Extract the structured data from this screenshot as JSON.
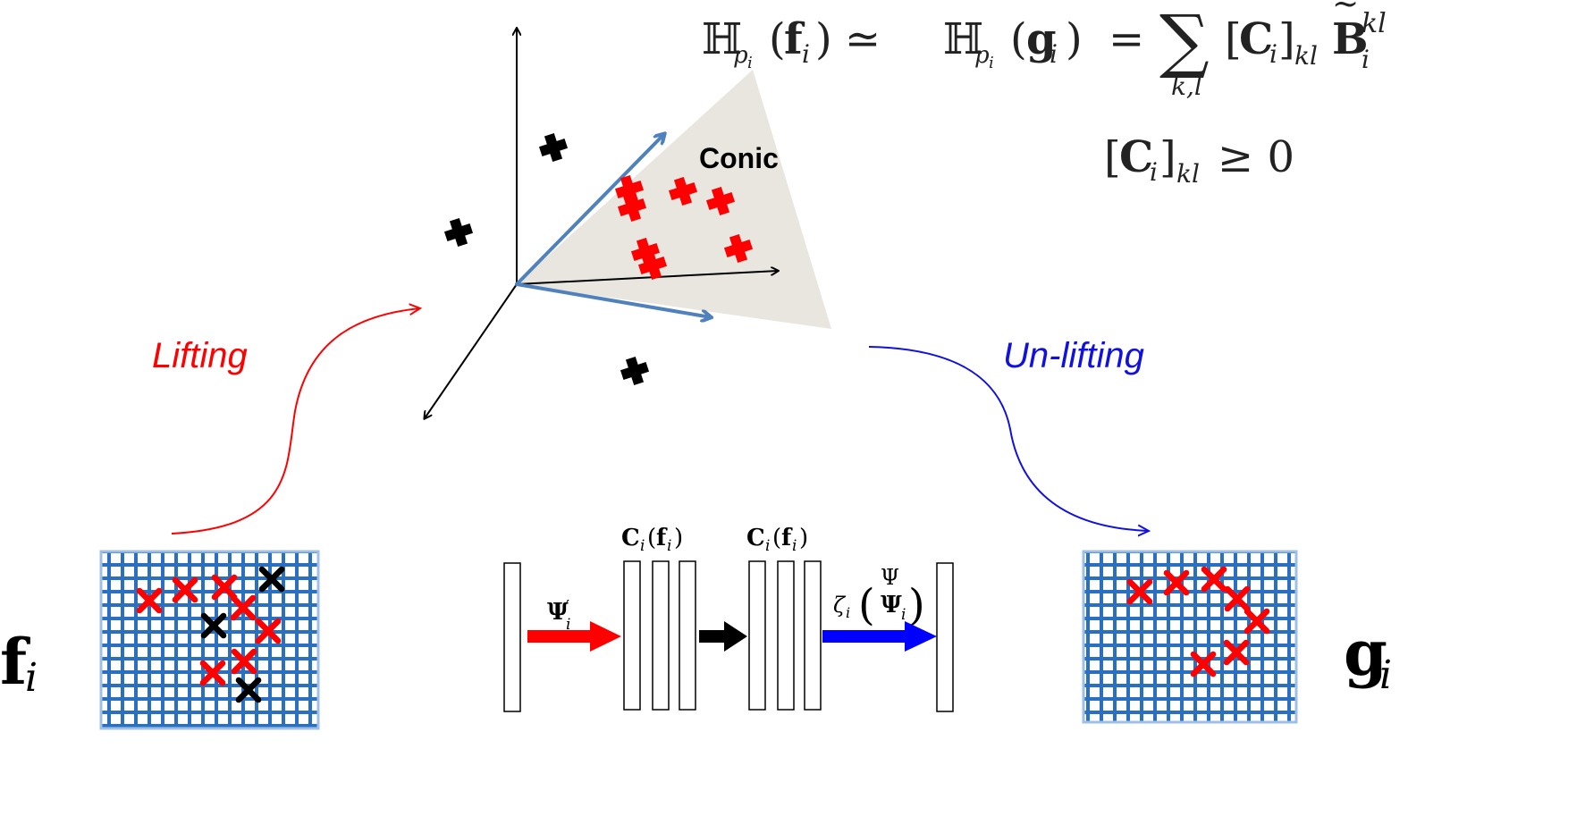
{
  "equation": {
    "lhs_H": "ℍ",
    "lhs_sub_p": "p",
    "lhs_sub_i": "i",
    "lhs_arg": "f",
    "lhs_arg_sub": "i",
    "approx": "≃",
    "rhs_H": "ℍ",
    "rhs_sub_p": "p",
    "rhs_sub_i": "i",
    "rhs_arg": "g",
    "rhs_arg_sub": "i",
    "equals": "=",
    "sum": "∑",
    "sum_index": "k,l",
    "coef": "C",
    "coef_sub_i": "i",
    "coef_sub_kl": "kl",
    "basis": "B",
    "basis_tilde": "~",
    "basis_sub": "i",
    "basis_sup": "kl",
    "constraint_coef": "C",
    "constraint_sub_i": "i",
    "constraint_sub_kl": "kl",
    "constraint_rel": "≥ 0"
  },
  "cone": {
    "label": "Conic",
    "fill": "#e8e6df"
  },
  "arrows": {
    "lifting_label": "Lifting",
    "lifting_color": "#ff0000",
    "unlifting_label": "Un-lifting",
    "unlifting_color": "#1010e0"
  },
  "input_label": {
    "main": "f",
    "sub": "i"
  },
  "output_label": {
    "main": "g",
    "sub": "i"
  },
  "network": {
    "layer1_label": "C",
    "layer1_label_sub": "i",
    "layer1_label_arg": "f",
    "layer1_label_arg_sub": "i",
    "layer2_label": "C",
    "layer2_label_sub": "i",
    "layer2_label_arg": "f",
    "layer2_label_arg_sub": "i",
    "psi_prime": "Ψ",
    "psi_prime_sup": "′",
    "psi_prime_sub": "i",
    "zeta": "ζ",
    "zeta_sub": "i",
    "psi_tilde": "Ψ",
    "psi_tilde_sub": "i",
    "red_arrow_color": "#ff0000",
    "black_arrow_color": "#000000",
    "blue_arrow_color": "#0000ff"
  },
  "colors": {
    "axis": "#000000",
    "basis_vector": "#4f81bd",
    "red_marker": "#ff0000",
    "black_marker": "#000000",
    "grid": "#2a6fc0"
  }
}
